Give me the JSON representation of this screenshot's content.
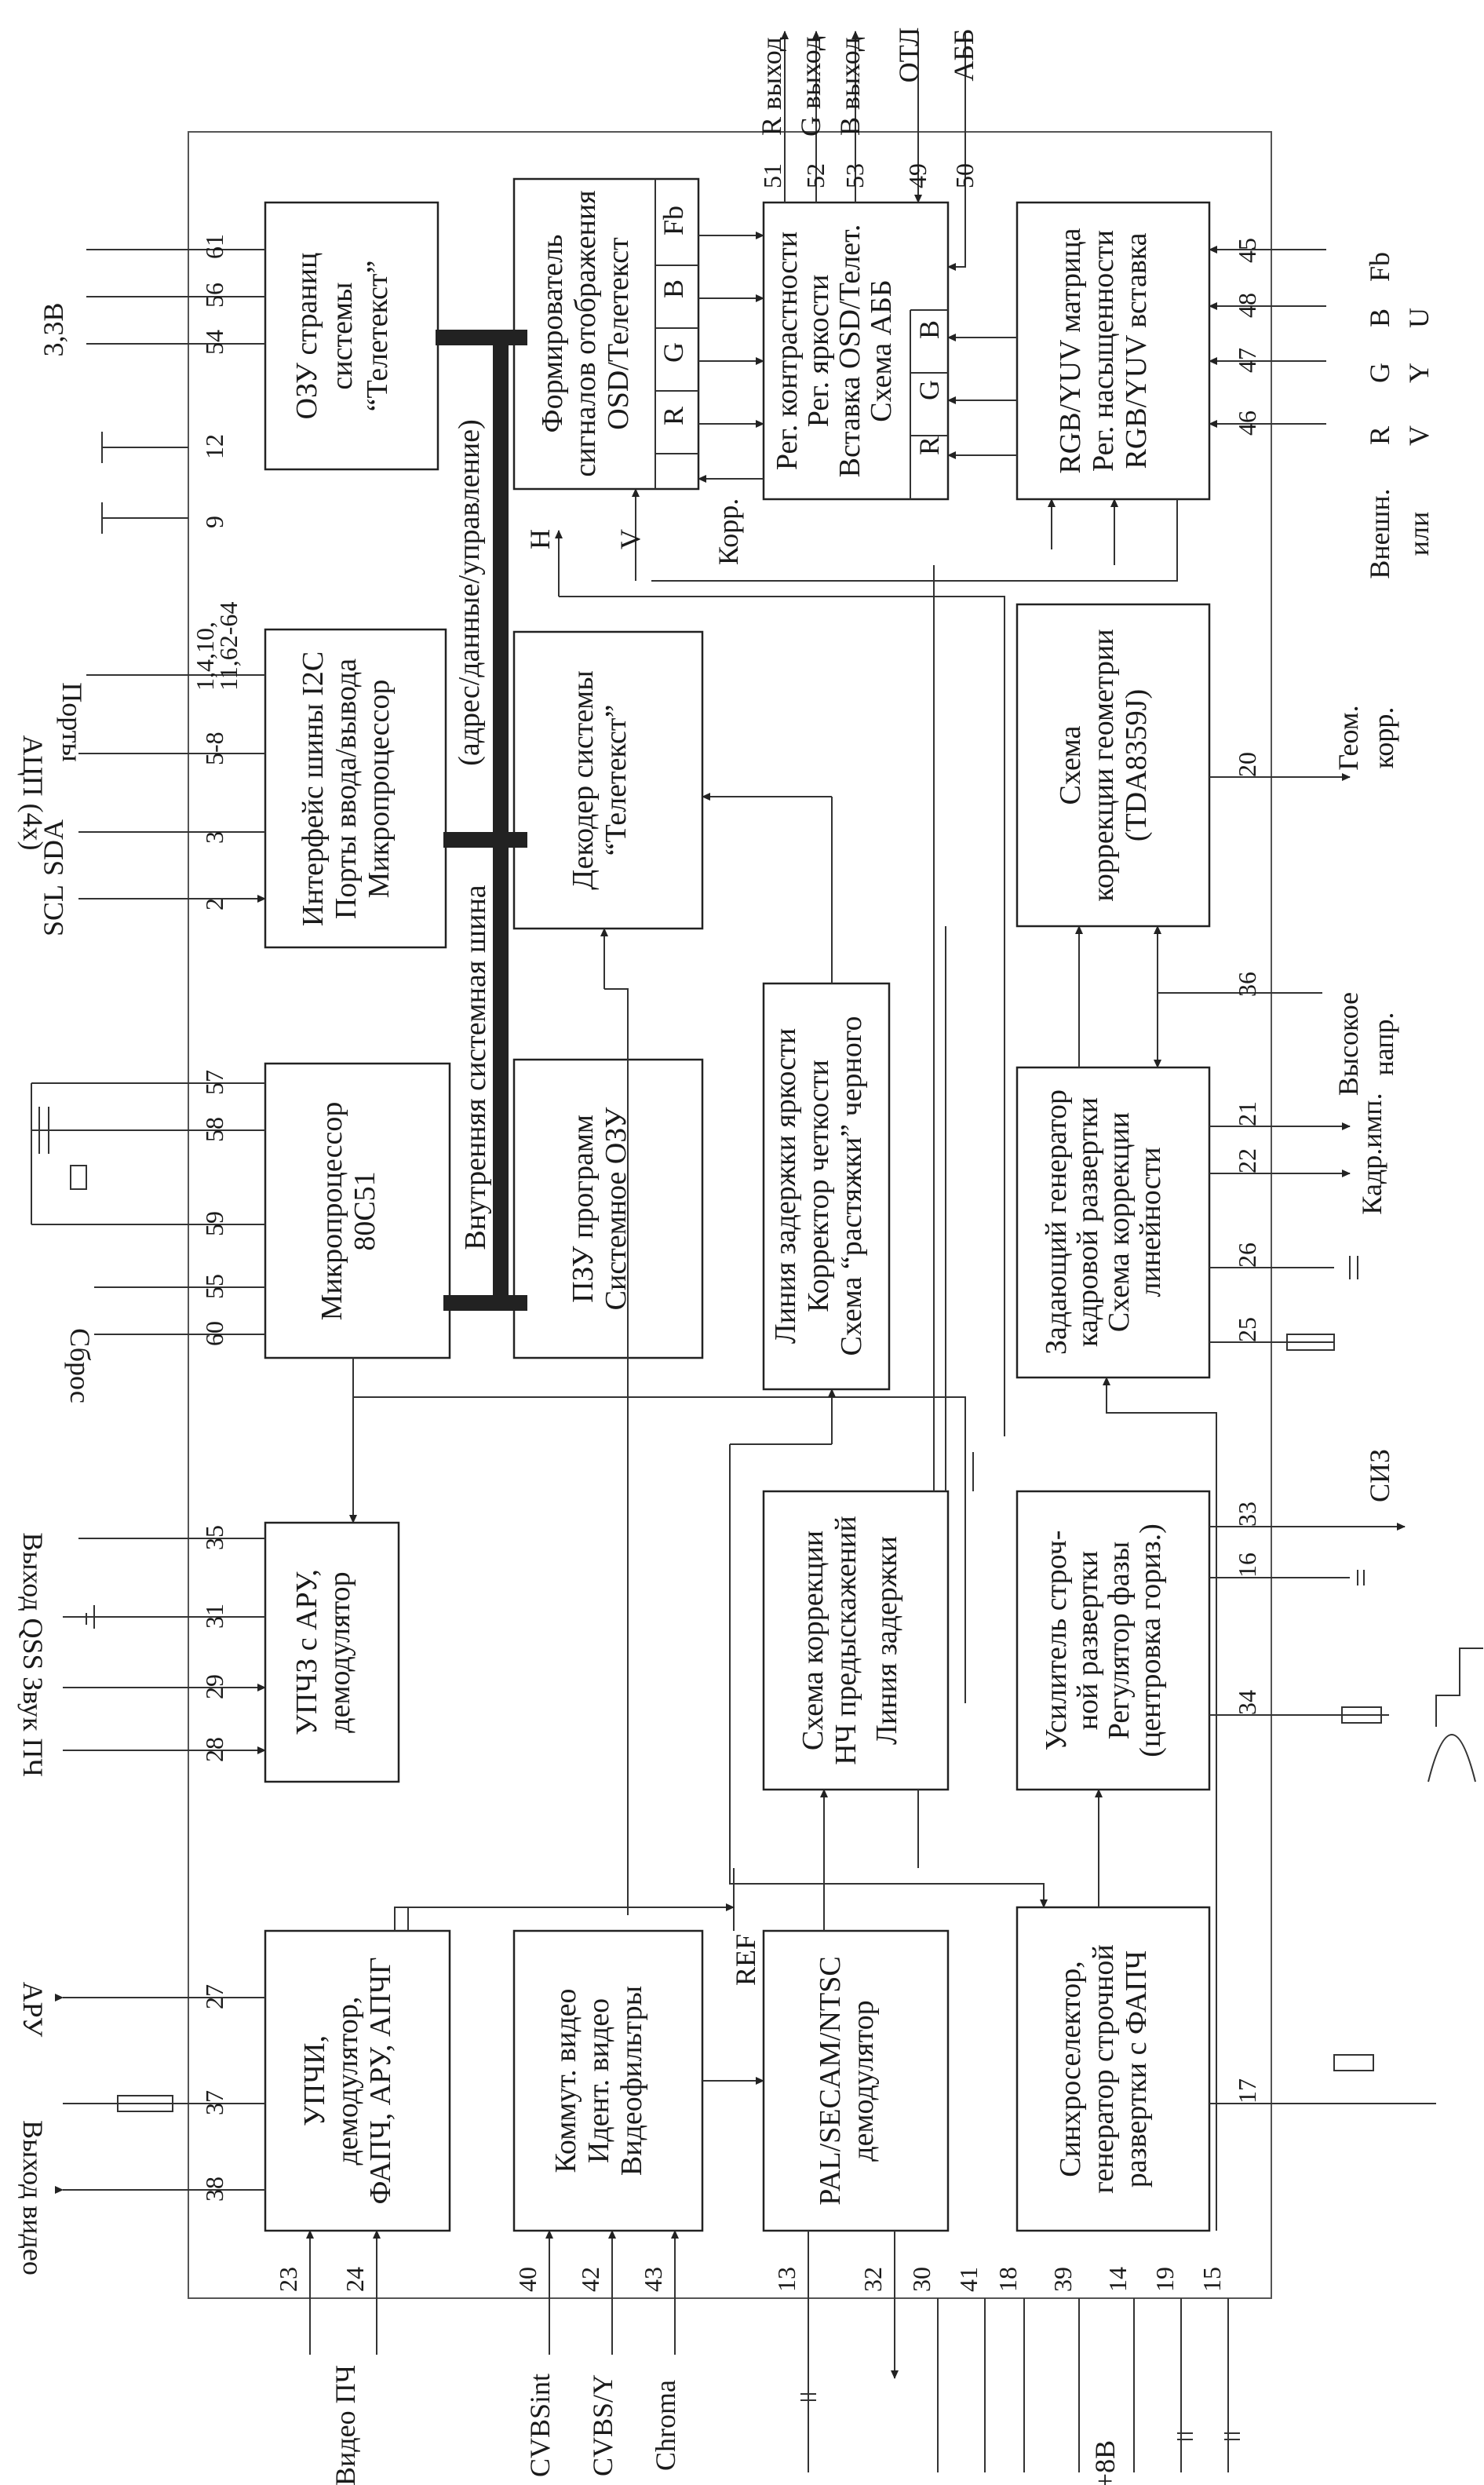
{
  "blocks": {
    "ozu_teletext": [
      "ОЗУ страниц",
      "системы",
      "“Телетекст”"
    ],
    "osd_former": [
      "Формирователь",
      "сигналов отображения",
      "OSD/Телетекст"
    ],
    "contrast": [
      "Рег. контрастности",
      "Рег. яркости",
      "Вставка OSD/Телет.",
      "Схема АББ"
    ],
    "rgb_matrix": [
      "RGB/YUV матрица",
      "Рег. насыщенности",
      "RGB/YUV вставка"
    ],
    "i2c": [
      "Интерфейс шины I2C",
      "Порты ввода/вывода",
      "Микропроцессор"
    ],
    "teletext_decoder": [
      "Декодер системы",
      "“Телетекст”"
    ],
    "geometry": [
      "Схема",
      "коррекции геометрии",
      "(TDA8359J)"
    ],
    "mcu": [
      "Микропроцессор",
      "80C51"
    ],
    "rom": [
      "ПЗУ программ",
      "Системное ОЗУ"
    ],
    "luma_delay": [
      "Линия задержки яркости",
      "Корректор четкости",
      "Схема “растяжки” черного"
    ],
    "vert_gen": [
      "Задающий генератор",
      "кадровой развертки",
      "Схема коррекции",
      "линейности"
    ],
    "sound_if": [
      "УПЧЗ с АРУ,",
      "демодулятор"
    ],
    "lf_correction": [
      "Схема коррекции",
      "НЧ предыскажений",
      "Линия задержки"
    ],
    "horiz_amp": [
      "Усилитель строч-",
      "ной развертки",
      "Регулятор фазы",
      "(центровка гориз.)"
    ],
    "video_if": [
      "УПЧИ,",
      "демодулятор,",
      "ФАПЧ, АРУ, АПЧГ"
    ],
    "video_switch": [
      "Коммут. видео",
      "Идент. видео",
      "Видеофильтры"
    ],
    "pal_secam": [
      "PAL/SECAM/NTSC",
      "демодулятор"
    ],
    "sync_sel": [
      "Синхроселектор,",
      "генератор строчной",
      "развертки с ФАПЧ"
    ]
  },
  "bus": {
    "internal": "Внутренняя системная шина",
    "address": "(адрес/данные/управление)"
  },
  "pins": {
    "p61": "61",
    "p56": "56",
    "p54": "54",
    "p12": "12",
    "p9": "9",
    "p1_4_10": "1,4,10,",
    "p11_62_64": "11,62-64",
    "p5_8": "5-8",
    "p3": "3",
    "p2": "2",
    "p57": "57",
    "p58": "58",
    "p59": "59",
    "p55": "55",
    "p60": "60",
    "p35": "35",
    "p31": "31",
    "p29": "29",
    "p28": "28",
    "p27": "27",
    "p37": "37",
    "p38": "38",
    "p23": "23",
    "p24": "24",
    "p40": "40",
    "p42": "42",
    "p43": "43",
    "p13": "13",
    "p32": "32",
    "p30": "30",
    "p41": "41",
    "p18": "18",
    "p39": "39",
    "p14": "14",
    "p19": "19",
    "p15": "15",
    "p51": "51",
    "p52": "52",
    "p53": "53",
    "p49": "49",
    "p50": "50",
    "p45": "45",
    "p48": "48",
    "p47": "47",
    "p46": "46",
    "p20": "20",
    "p36": "36",
    "p21": "21",
    "p22": "22",
    "p26": "26",
    "p25": "25",
    "p33": "33",
    "p16": "16",
    "p34": "34",
    "p17": "17"
  },
  "signals": {
    "v33": "3,3В",
    "ports": "Порты",
    "adc": "АЦП (4x)",
    "sda": "SDA",
    "scl": "SCL",
    "reset": "Сброс",
    "qss_out": "Выход QSS",
    "sound_if": "Звук ПЧ",
    "agc": "АРУ",
    "video_out": "Выход видео",
    "video_if": "Видео ПЧ",
    "cvbs_int": "CVBSint",
    "cvbs_y": "CVBS/Y",
    "chroma": "Chroma",
    "plus8v": "+8В",
    "r_out": "R выход",
    "g_out": "G выход",
    "b_out": "B выход",
    "otl": "ОТЛ",
    "abb": "АББ",
    "fb": "Fb",
    "b_u_b": "B",
    "b_u_u": "U",
    "g_y_g": "G",
    "g_y_y": "Y",
    "r_v_r": "R",
    "r_v_v": "V",
    "ext_1": "Внешн.",
    "ext_2": "или",
    "geom_1": "Геом.",
    "geom_2": "корр.",
    "hv_1": "Высокое",
    "hv_2": "напр.",
    "vert_pulse": "Кадр.имп.",
    "siz": "СИЗ",
    "H": "H",
    "V": "V",
    "korr": "Корр.",
    "REF": "REF",
    "osd_r": "R",
    "osd_g": "G",
    "osd_b": "B",
    "osd_fb": "Fb",
    "ct_r": "R",
    "ct_g": "G",
    "ct_b": "B"
  }
}
